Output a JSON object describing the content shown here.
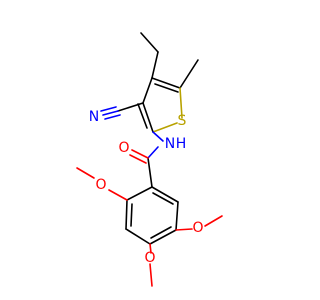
{
  "molecule": {
    "atom_labels": {
      "nitrile_n": "N",
      "sulfur": "S",
      "amide_nh": "N",
      "amide_h": "H",
      "carbonyl_o": "O",
      "methoxy_o_2": "O",
      "methoxy_o_4": "O",
      "methoxy_o_5": "O"
    },
    "colors": {
      "carbon_bond": "#000000",
      "nitrogen": "#0000ff",
      "oxygen": "#ff0000",
      "sulfur": "#b8a200"
    }
  }
}
